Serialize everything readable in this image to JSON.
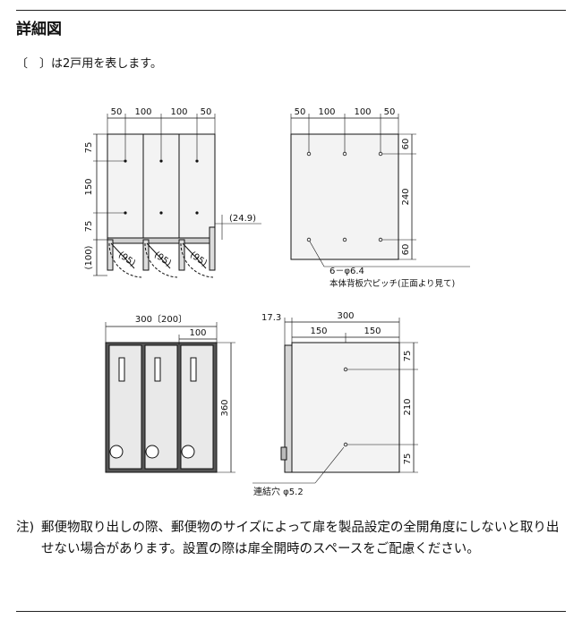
{
  "header": {
    "title": "詳細図",
    "legend": "〔　〕は2戸用を表します。"
  },
  "front_top": {
    "dims_top": [
      "50",
      "100",
      "100",
      "50"
    ],
    "dims_left": [
      "75",
      "150",
      "75",
      "(100)"
    ],
    "swing": "(24.9)",
    "arc": [
      "(95)",
      "(95)",
      "(95)"
    ]
  },
  "back_top": {
    "dims_top": [
      "50",
      "100",
      "100",
      "50"
    ],
    "dims_right": [
      "60",
      "240",
      "60"
    ],
    "hole_label": "6－φ6.4",
    "hole_caption": "本体背板穴ピッチ(正面より見て)"
  },
  "front_bottom": {
    "width": "300〔200〕",
    "unit": "100",
    "height": "360"
  },
  "side_bottom": {
    "offset": "17.3",
    "width": "300",
    "halves": [
      "150",
      "150"
    ],
    "dims_right": [
      "75",
      "210",
      "75"
    ],
    "hole_label": "連結穴 φ5.2"
  },
  "note": {
    "head": "注)",
    "text": "郵便物取り出しの際、郵便物のサイズによって扉を製品設定の全開角度にしないと取り出せない場合があります。設置の際は扉全開時のスペースをご配慮ください。"
  }
}
